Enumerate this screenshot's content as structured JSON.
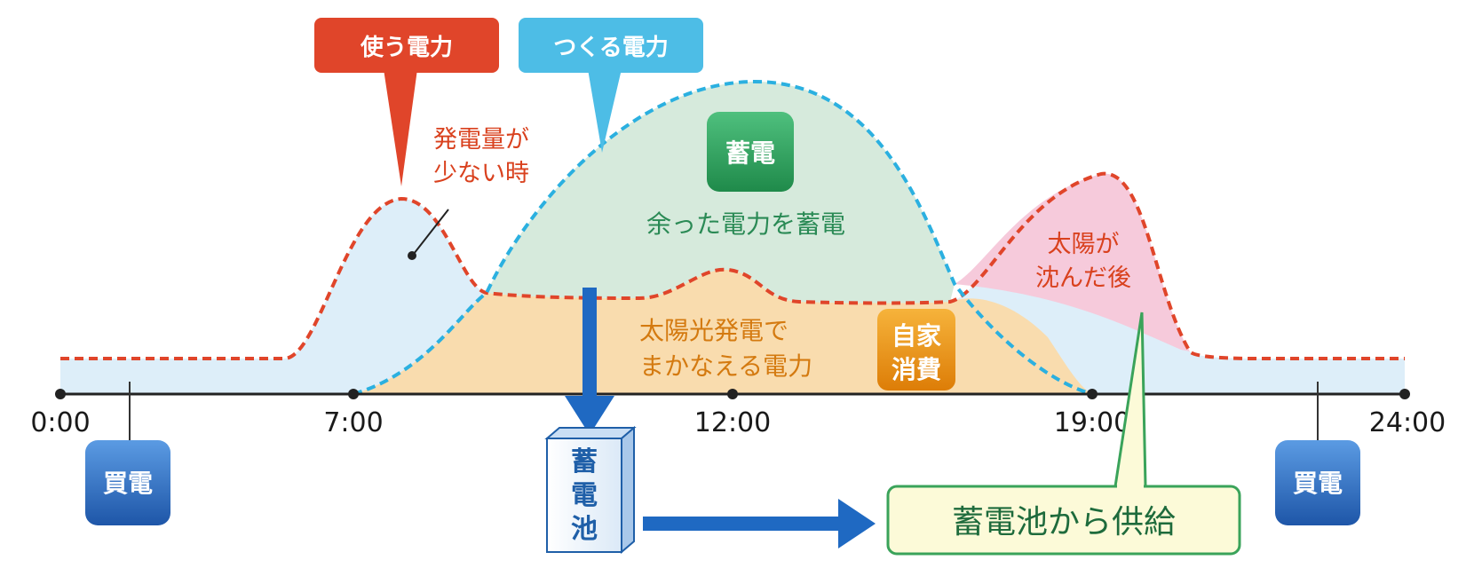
{
  "time_axis": {
    "ticks": [
      "0:00",
      "7:00",
      "12:00",
      "19:00",
      "24:00"
    ]
  },
  "callouts": {
    "used_power": "使う電力",
    "produced_power": "つくる電力"
  },
  "annotations": {
    "low_generation": [
      "発電量が",
      "少ない時"
    ],
    "store_badge": "蓄電",
    "surplus_storage": "余った電力を蓄電",
    "solar_covered": [
      "太陽光発電で",
      "まかなえる電力"
    ],
    "self_consumption_badge": [
      "自家",
      "消費"
    ],
    "after_sunset": [
      "太陽が",
      "沈んだ後"
    ]
  },
  "buy_power_labels": [
    "買電",
    "買電"
  ],
  "battery": {
    "label": [
      "蓄",
      "電",
      "池"
    ]
  },
  "supply_label": "蓄電池から供給",
  "colors": {
    "usage_line": "#e0452a",
    "generation_line": "#2bb0e0",
    "base_area": "#ddeef9",
    "surplus_area": "#d6eadc",
    "self_consumption_area": "#f9dcae",
    "after_sunset_area": "#f6cadb",
    "badge_blue": "#2f72c4",
    "badge_green": "#2f9d5b",
    "badge_orange": "#e8950f",
    "arrow_blue": "#1f69c2"
  }
}
